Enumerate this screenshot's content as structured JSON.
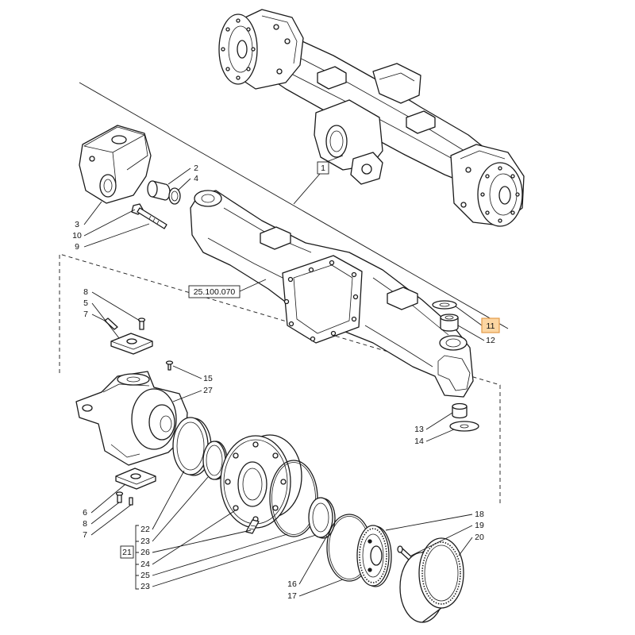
{
  "diagram": {
    "callouts": [
      "1",
      "2",
      "4",
      "3",
      "10",
      "9",
      "25.100.070",
      "8",
      "5",
      "7",
      "15",
      "27",
      "11",
      "12",
      "13",
      "14",
      "6",
      "8",
      "7",
      "22",
      "23",
      "21",
      "26",
      "24",
      "25",
      "23",
      "16",
      "17",
      "18",
      "19",
      "20"
    ],
    "selected_callout_index": 12
  },
  "colors": {
    "line": "#1a1a1a",
    "background": "#ffffff",
    "highlight_fill": "#fcd6a2",
    "highlight_border": "#e39a48"
  }
}
